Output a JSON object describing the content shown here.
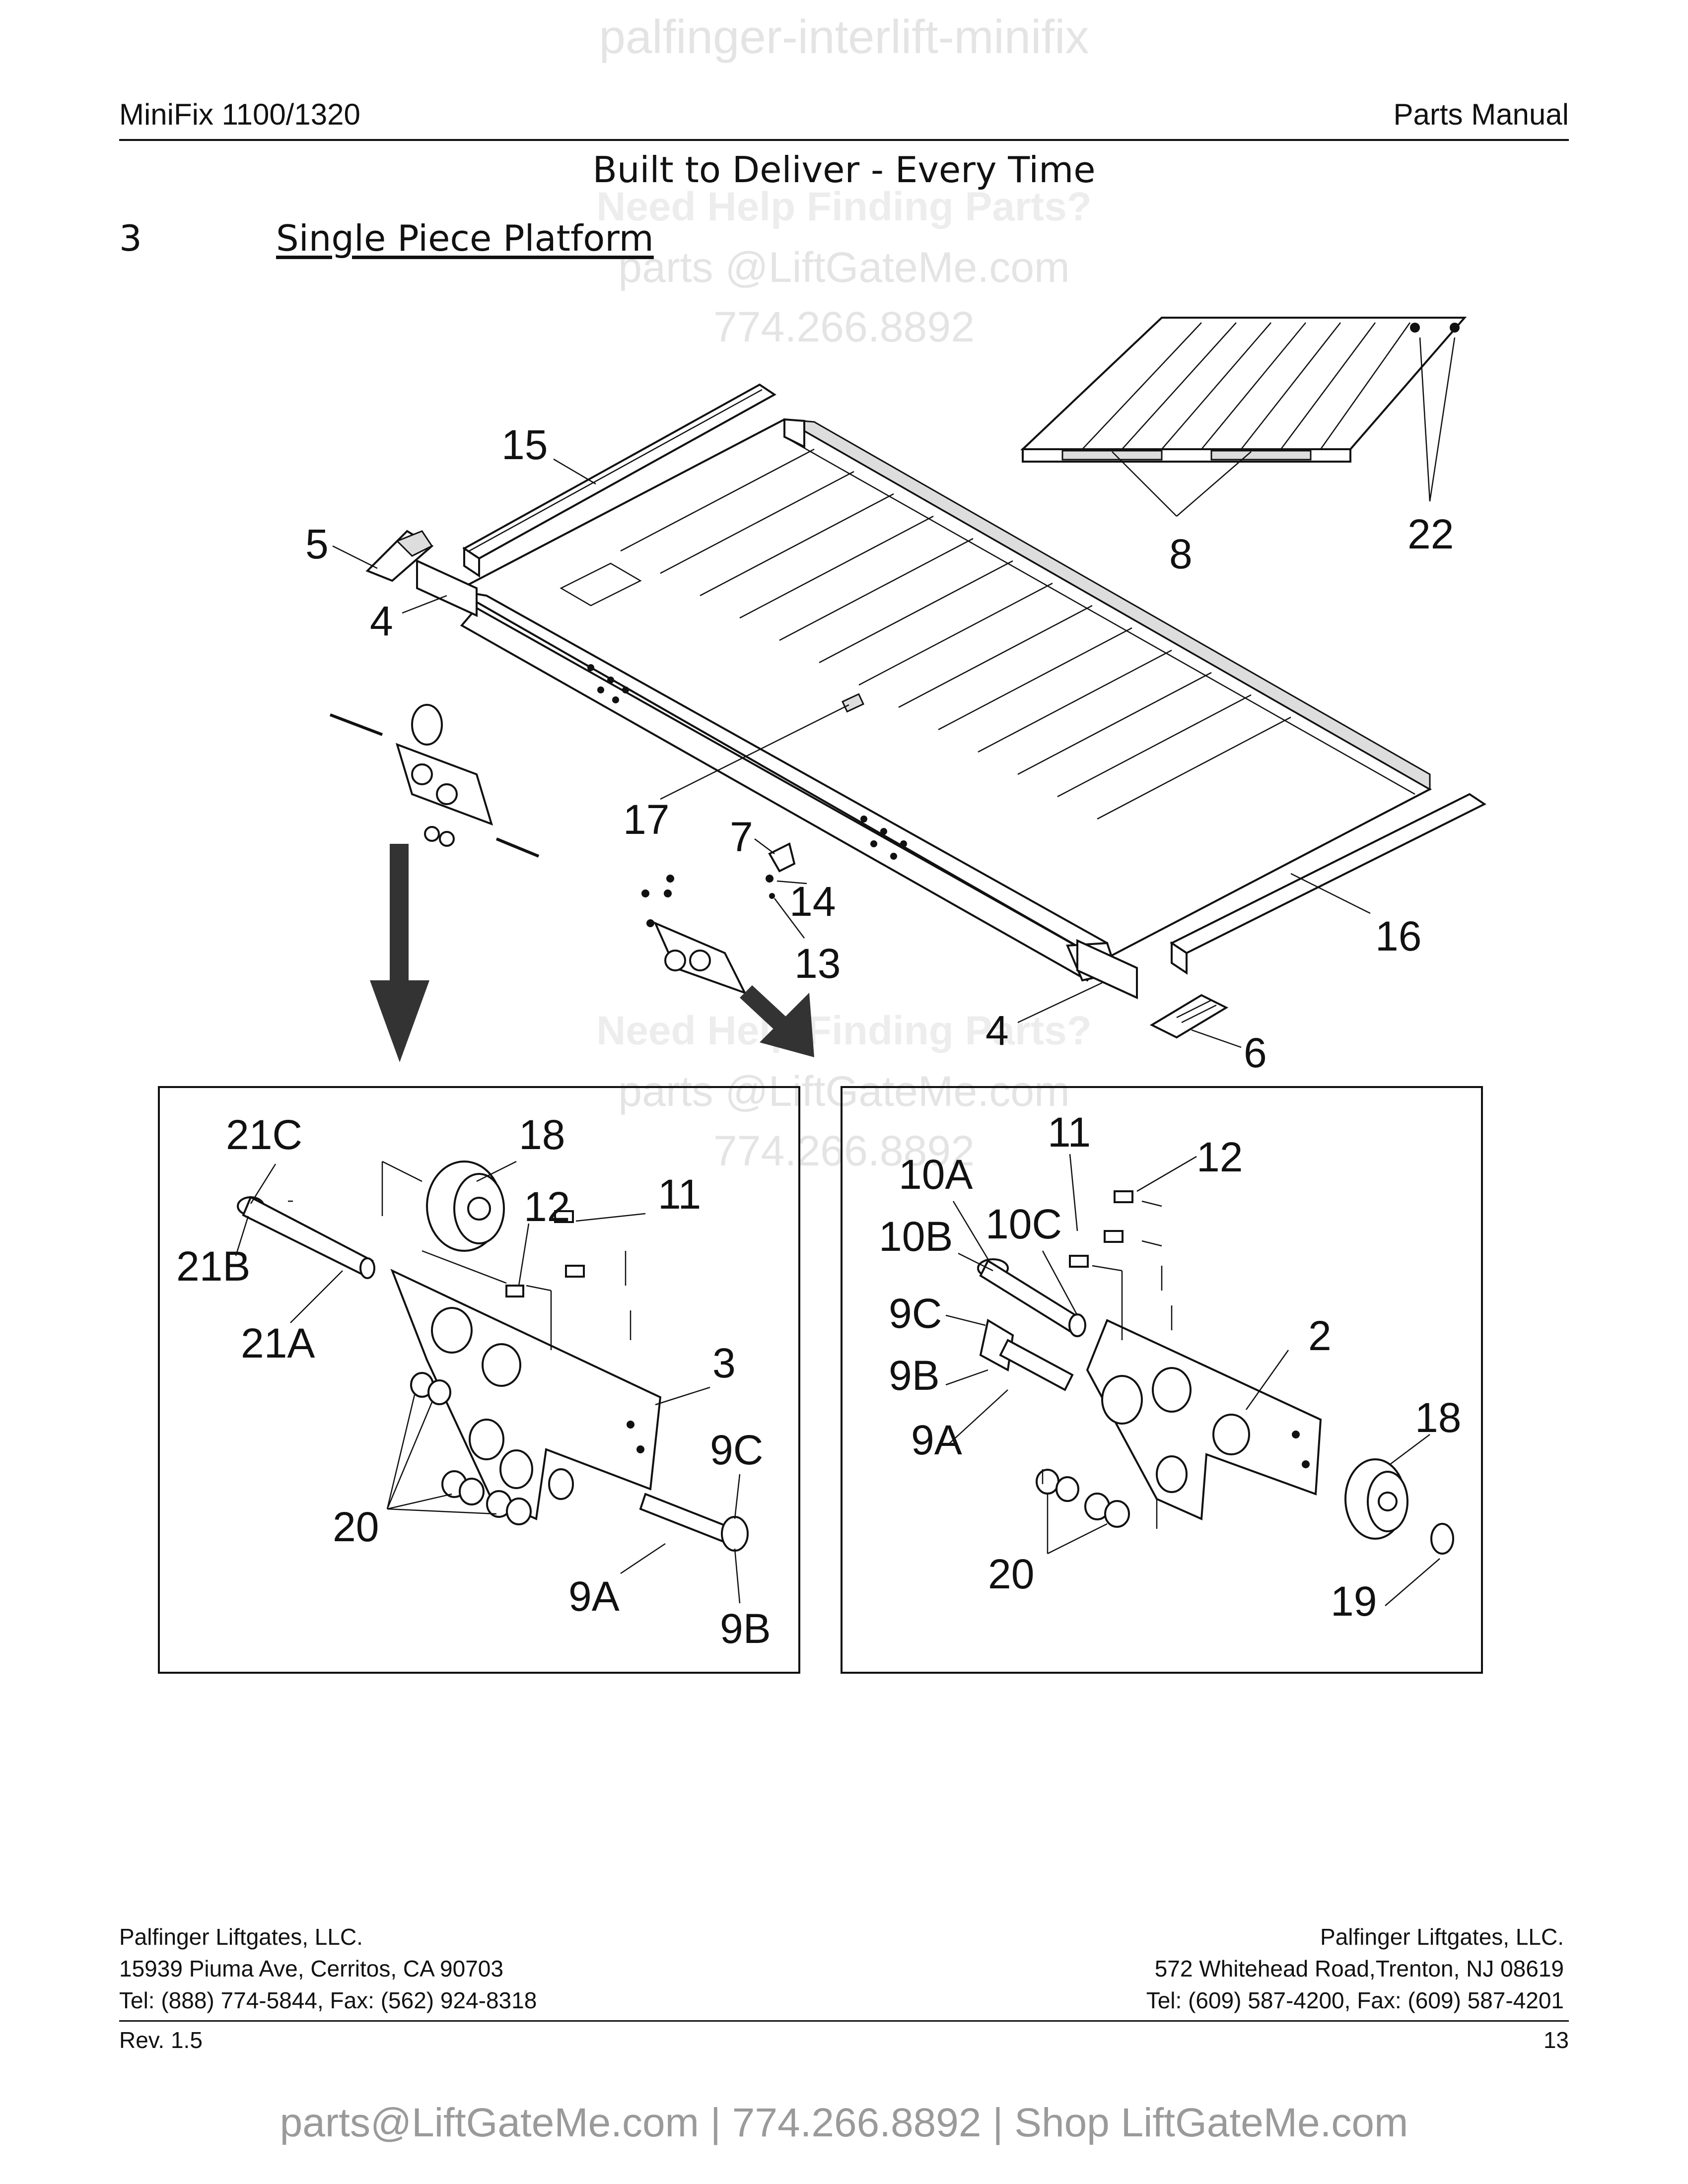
{
  "watermark": {
    "top": "palfinger-interlift-minifix",
    "help": "Need Help Finding Parts?",
    "email": "parts @LiftGateMe.com",
    "phone": "774.266.8892"
  },
  "header": {
    "left": "MiniFix 1100/1320",
    "right": "Parts Manual"
  },
  "tagline": "Built to Deliver - Every Time",
  "section": {
    "number": "3",
    "title": "Single Piece Platform"
  },
  "callouts": {
    "main": [
      "15",
      "5",
      "4",
      "8",
      "22",
      "17",
      "7",
      "14",
      "13",
      "16",
      "4",
      "6"
    ],
    "left_detail": [
      "21C",
      "18",
      "12",
      "11",
      "21B",
      "21A",
      "3",
      "9C",
      "20",
      "9A",
      "9B"
    ],
    "right_detail": [
      "11",
      "12",
      "10A",
      "10C",
      "10B",
      "9C",
      "2",
      "9B",
      "9A",
      "18",
      "20",
      "19"
    ]
  },
  "footer": {
    "left": {
      "company": "Palfinger Liftgates, LLC.",
      "address": "15939 Piuma Ave, Cerritos, CA 90703",
      "phone": "Tel: (888) 774-5844, Fax: (562) 924-8318"
    },
    "right": {
      "company": "Palfinger Liftgates, LLC.",
      "address": "572 Whitehead Road,Trenton, NJ 08619",
      "phone": "Tel: (609) 587-4200, Fax: (609) 587-4201"
    },
    "revision": "Rev. 1.5",
    "page": "13"
  },
  "bottom_banner": "parts@LiftGateMe.com | 774.266.8892 | Shop LiftGateMe.com"
}
